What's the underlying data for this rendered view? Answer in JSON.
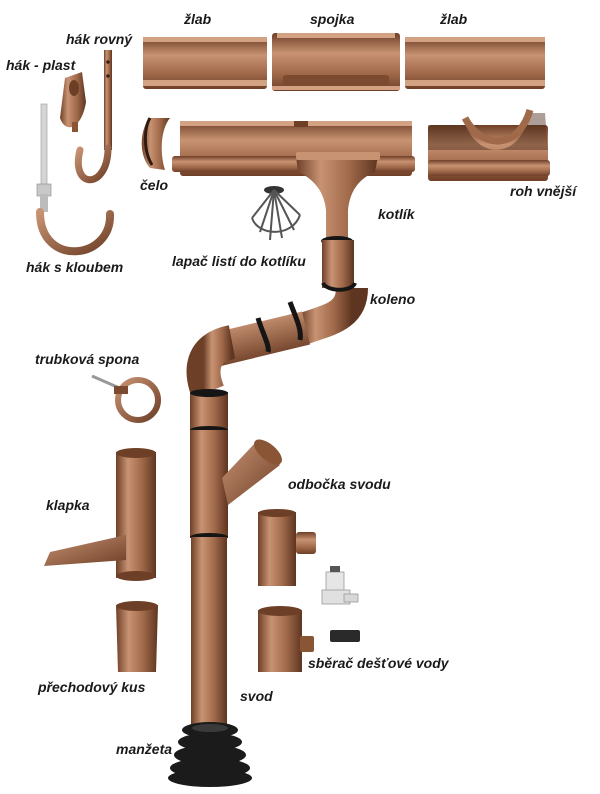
{
  "labels": {
    "zlab_1": "žlab",
    "spojka": "spojka",
    "zlab_2": "žlab",
    "hak_rovny": "hák rovný",
    "hak_plast": "hák - plast",
    "celo": "čelo",
    "roh_vnejsi": "roh vnější",
    "kotlik": "kotlík",
    "lapac": "lapač listí do kotlíku",
    "hak_s_kloubem": "hák s kloubem",
    "koleno": "koleno",
    "trubkova_spona": "trubková spona",
    "odbocka_svodu": "odbočka svodu",
    "klapka": "klapka",
    "prechodovy_kus": "přechodový kus",
    "sberac": "sběrač dešťové vody",
    "svod": "svod",
    "manzeta": "manžeta"
  },
  "colors": {
    "copper": "#a0694a",
    "copper_light": "#c89373",
    "copper_dark": "#6e3f27",
    "ring": "#151515",
    "steel": "#b9b9b9",
    "rubber": "#1b1b1b"
  }
}
